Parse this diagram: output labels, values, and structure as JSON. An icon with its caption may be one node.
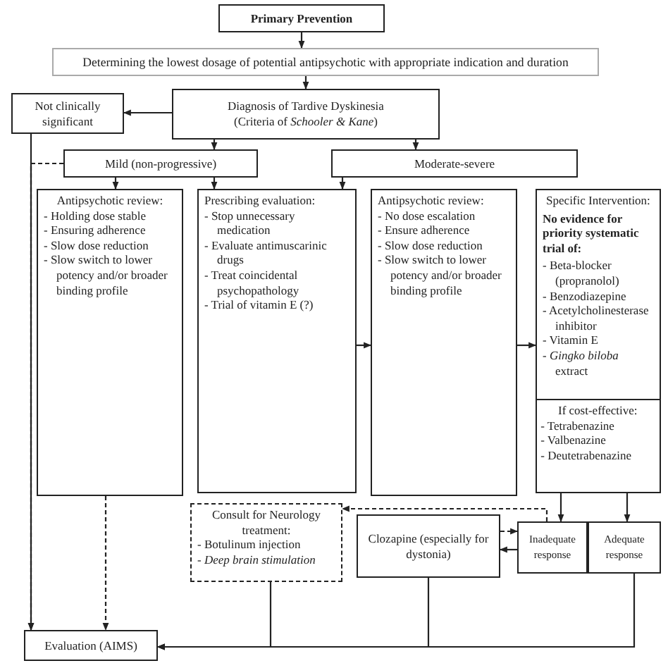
{
  "diagram": {
    "nodes": [
      {
        "text": [
          "Primary Prevention"
        ]
      },
      {
        "text": [
          "Determining the lowest dosage of potential antipsychotic with appropriate indication and duration"
        ]
      },
      {
        "text": [
          "Diagnosis of Tardive Dyskinesia",
          "(Criteria of *Schooler & Kane*)"
        ]
      },
      {
        "text": [
          "Not clinically significant"
        ]
      },
      {
        "text": [
          "Mild (non-progressive)"
        ]
      },
      {
        "text": [
          "Moderate-severe"
        ]
      },
      {
        "text": [
          "Antipsychotic review:",
          "- Holding dose stable",
          "- Ensuring adherence",
          "- Slow dose reduction",
          "- Slow switch to lower potency and/or broader binding profile"
        ]
      },
      {
        "text": [
          "Prescribing evaluation:",
          "- Stop unnecessary medication",
          "- Evaluate antimuscarinic drugs",
          "- Treat coincidental psychopathology",
          "- Trial of vitamin E (?)"
        ]
      },
      {
        "text": [
          "Antipsychotic review:",
          "- No dose escalation",
          "- Ensure adherence",
          "- Slow dose reduction",
          "- Slow switch to lower potency and/or broader binding profile"
        ]
      },
      {
        "text": [
          "Specific Intervention:",
          "No evidence for priority systematic trial of:",
          "- Beta-blocker (propranolol)",
          "- Benzodiazepine",
          "- Acetylcholinesterase inhibitor",
          "- Vitamin E",
          "- *Gingko biloba* extract"
        ]
      },
      {
        "text": [
          "If cost-effective:",
          "- Tetrabenazine",
          "- Valbenazine",
          "- Deutetrabenazine"
        ],
        "in": 9
      },
      {
        "text": [
          "Consult for Neurology treatment:",
          "- Botulinum injection",
          "- *Deep brain stimulation*"
        ]
      },
      {
        "text": [
          "Clozapine (especially for dystonia)"
        ]
      },
      {
        "text": [
          "Inadequate response"
        ]
      },
      {
        "text": [
          "Adequate response"
        ]
      },
      {
        "text": [
          "Evaluation (AIMS)"
        ]
      }
    ],
    "edges": [
      {
        "from": 0,
        "to": 1,
        "arrow": "to"
      },
      {
        "from": 1,
        "to": 2,
        "arrow": "to"
      },
      {
        "from": 2,
        "to": 3,
        "arrow": "to"
      },
      {
        "from": 2,
        "to": 4,
        "arrow": "to"
      },
      {
        "from": 2,
        "to": 5,
        "arrow": "to"
      },
      {
        "from": 3,
        "to": 15,
        "arrow": "to"
      },
      {
        "from": 4,
        "to": 15,
        "arrow": "to",
        "style": "dashed"
      },
      {
        "from": 4,
        "to": 6,
        "arrow": "to"
      },
      {
        "from": 4,
        "to": 7,
        "arrow": "to"
      },
      {
        "from": 5,
        "to": 7,
        "arrow": "to"
      },
      {
        "from": 7,
        "to": 8,
        "arrow": "to"
      },
      {
        "from": 8,
        "to": 9,
        "arrow": "to"
      },
      {
        "from": 6,
        "to": 15,
        "arrow": "to",
        "style": "dashed"
      },
      {
        "from": 10,
        "to": 13,
        "arrow": "to"
      },
      {
        "from": 10,
        "to": 14,
        "arrow": "to"
      },
      {
        "from": 13,
        "to": 11,
        "arrow": "to",
        "style": "dashed"
      },
      {
        "from": 13,
        "to": 12,
        "arrow": "to"
      },
      {
        "from": 12,
        "to": 13,
        "arrow": "to",
        "style": "dashed"
      },
      {
        "from": 11,
        "to": 15,
        "arrow": "to"
      },
      {
        "from": 12,
        "to": 15,
        "arrow": "to"
      },
      {
        "from": 14,
        "to": 15,
        "arrow": "to"
      }
    ]
  }
}
